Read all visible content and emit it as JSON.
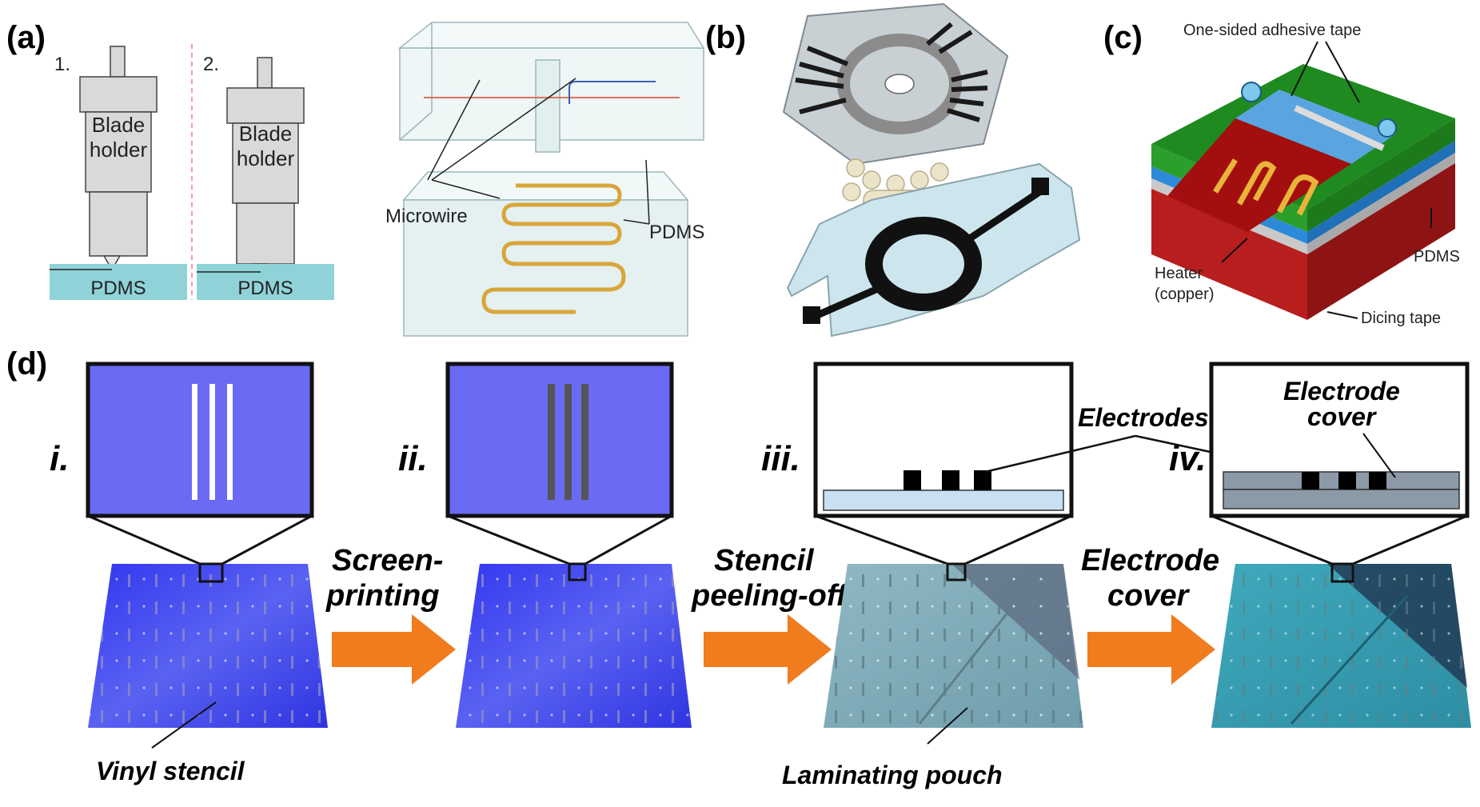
{
  "panels": {
    "a": {
      "label": "(a)",
      "step1": "1.",
      "step2": "2.",
      "blade_holder_1": "Blade",
      "blade_holder_2": "holder",
      "substrate": "PDMS",
      "microwire": "Microwire",
      "pdms": "PDMS"
    },
    "b": {
      "label": "(b)"
    },
    "c": {
      "label": "(c)",
      "tape": "One-sided adhesive tape",
      "heater_1": "Heater",
      "heater_2": "(copper)",
      "pdms": "PDMS",
      "dicing": "Dicing tape"
    },
    "d": {
      "label": "(d)",
      "steps": [
        "i.",
        "ii.",
        "iii.",
        "iv."
      ],
      "arrow1_a": "Screen-",
      "arrow1_b": "printing",
      "arrow2_a": "Stencil",
      "arrow2_b": "peeling-off",
      "arrow3_a": "Electrode",
      "arrow3_b": "cover",
      "vinyl": "Vinyl stencil",
      "laminating": "Laminating pouch",
      "electrodes": "Electrodes",
      "cover_a": "Electrode",
      "cover_b": "cover"
    }
  },
  "colors": {
    "pdms_cyan": "#8fd3d8",
    "blade_gray": "#d9d9d9",
    "stencil_blue": "#3a3ff0",
    "inset_blue": "#6a6af5",
    "laminate_teal": "#7fa9b6",
    "arrow_orange": "#f07c1e",
    "green_tape": "#2ea32e",
    "blue_layer": "#2d8ad8",
    "red_layer": "#b81e1e",
    "heater_gold": "#e8b43a"
  }
}
